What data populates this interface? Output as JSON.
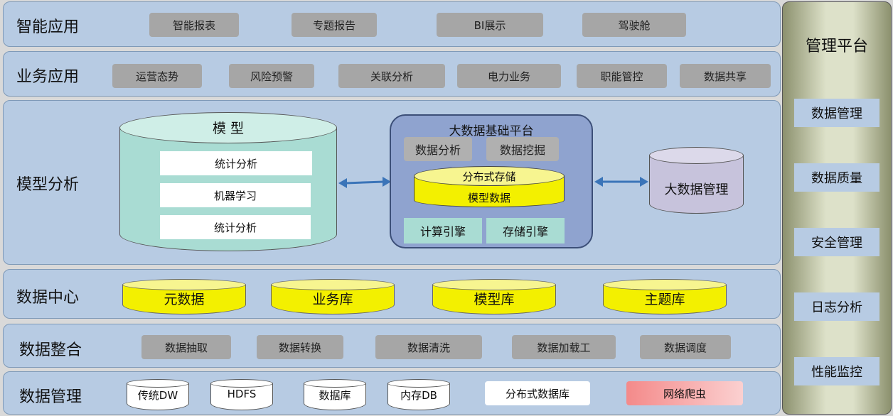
{
  "layers": {
    "smart_apps": {
      "title": "智能应用",
      "items": [
        "智能报表",
        "专题报告",
        "BI展示",
        "驾驶舱"
      ]
    },
    "business_apps": {
      "title": "业务应用",
      "items": [
        "运营态势",
        "风险预警",
        "关联分析",
        "电力业务",
        "职能管控",
        "数据共享"
      ]
    },
    "model_analysis": {
      "title": "模型分析",
      "model_cylinder": {
        "title": "模 型",
        "items": [
          "统计分析",
          "机器学习",
          "统计分析"
        ]
      },
      "platform": {
        "title": "大数据基础平台",
        "top_buttons": [
          "数据分析",
          "数据挖掘"
        ],
        "storage": {
          "top": "分布式存储",
          "body": "模型数据"
        },
        "engines": [
          "计算引擎",
          "存储引擎"
        ]
      },
      "big_data_mgmt": "大数据管理"
    },
    "data_center": {
      "title": "数据中心",
      "items": [
        "元数据",
        "业务库",
        "模型库",
        "主题库"
      ]
    },
    "data_integration": {
      "title": "数据整合",
      "items": [
        "数据抽取",
        "数据转换",
        "数据清洗",
        "数据加载工",
        "数据调度"
      ]
    },
    "data_management": {
      "title": "数据管理",
      "cylinders": [
        "传统DW",
        "HDFS",
        "数据库",
        "内存DB"
      ],
      "distributed_db": "分布式数据库",
      "crawler": "网络爬虫"
    }
  },
  "management_platform": {
    "title": "管理平台",
    "items": [
      "数据管理",
      "数据质量",
      "安全管理",
      "日志分析",
      "性能监控"
    ]
  },
  "colors": {
    "layer_bg": "#b7cbe3",
    "button_gray": "#a6a6a6",
    "cylinder_yellow": "#f3f000",
    "teal": "#a9dcd3",
    "platform_bg": "#8fa3cf",
    "crawler_red": "#f48a8a",
    "arrow_blue": "#3a74b8"
  }
}
